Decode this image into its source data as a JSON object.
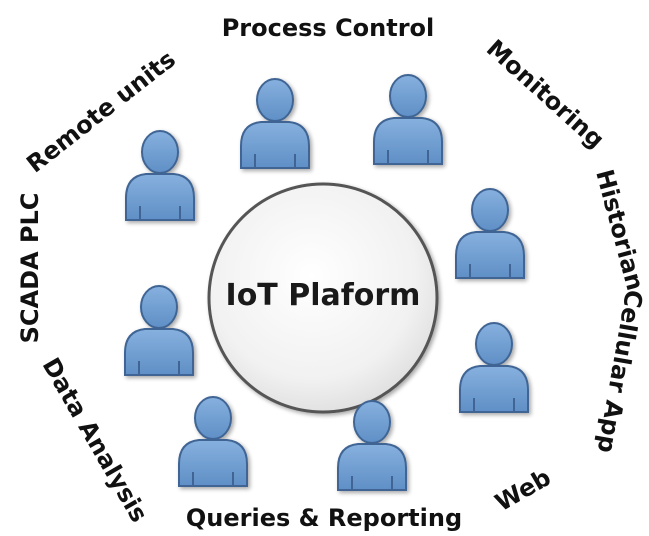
{
  "center": {
    "label": "IoT Plaform"
  },
  "labels": {
    "process_control": "Process Control",
    "remote_units": "Remote units",
    "monitoring": "Monitoring",
    "scada_plc": "SCADA PLC",
    "historian": "Historian",
    "cellular_app": "Cellular App",
    "data_analysis": "Data Analysis",
    "web": "Web",
    "queries_reporting": "Queries & Reporting"
  },
  "colors": {
    "person_fill": "#6f9fd3",
    "person_stroke": "#4a6f99",
    "circle_fill": "#f3f3f3",
    "circle_stroke": "#555555"
  }
}
